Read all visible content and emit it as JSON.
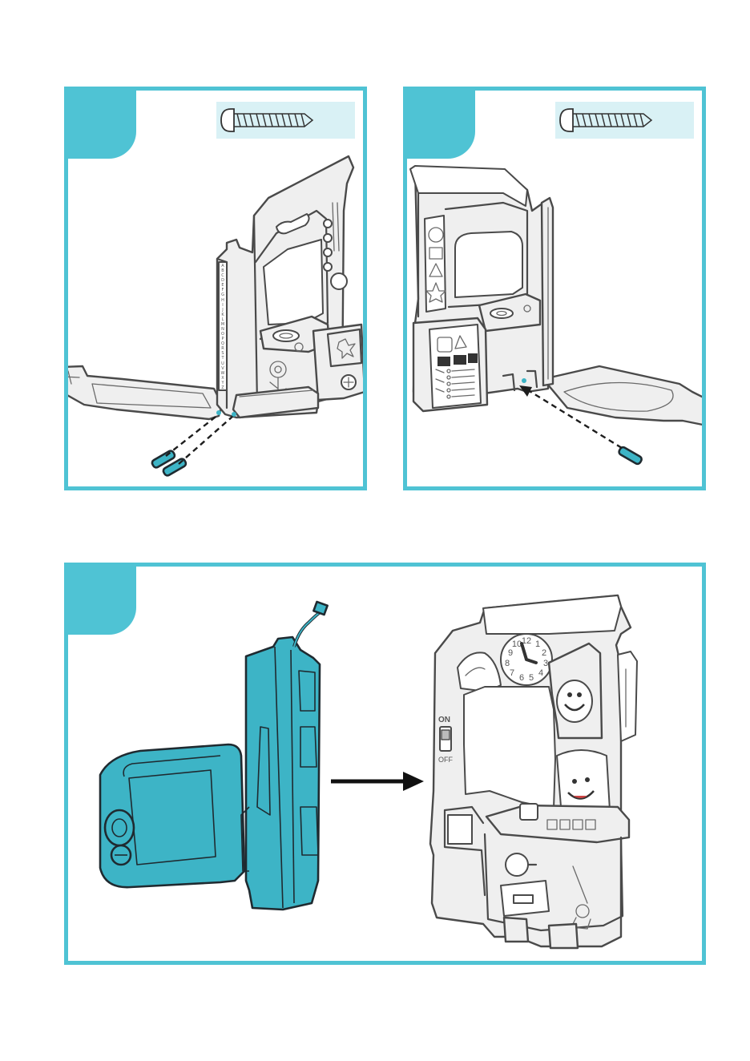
{
  "panel_top_left": {
    "alphabet_strip": [
      "A",
      "B",
      "C",
      "D",
      "E",
      "F",
      "G",
      "H",
      "I",
      "J",
      "K",
      "L",
      "M",
      "N",
      "O",
      "P",
      "Q",
      "R",
      "S",
      "T",
      "U",
      "V",
      "W",
      "X",
      "Y",
      "Z"
    ]
  },
  "panel_top_right": {
    "status_labels": [
      "",
      "",
      "",
      "",
      ""
    ]
  },
  "panel_bottom": {
    "switch_on_label": "ON",
    "switch_off_label": "OFF",
    "clock_numbers": [
      "12",
      "1",
      "2",
      "3",
      "4",
      "5",
      "6",
      "7",
      "8",
      "9",
      "10",
      "11"
    ]
  },
  "colors": {
    "accent": "#4fc3d4",
    "part_box": "#d9f1f5",
    "highlight_part": "#3db4c6"
  }
}
